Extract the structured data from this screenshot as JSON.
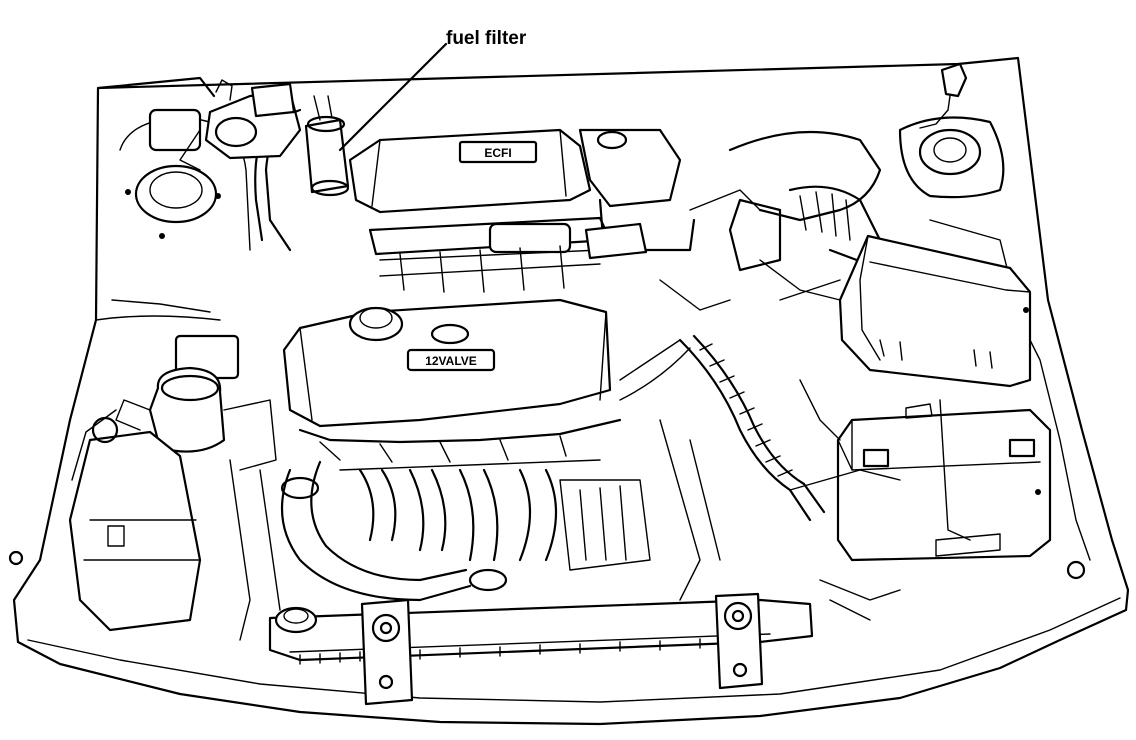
{
  "callouts": [
    {
      "label": "fuel filter"
    }
  ],
  "engine_text": {
    "cover_top": "ECFI",
    "valve_cover": "12VALVE"
  },
  "colors": {
    "line": "#000000",
    "background": "#ffffff"
  }
}
